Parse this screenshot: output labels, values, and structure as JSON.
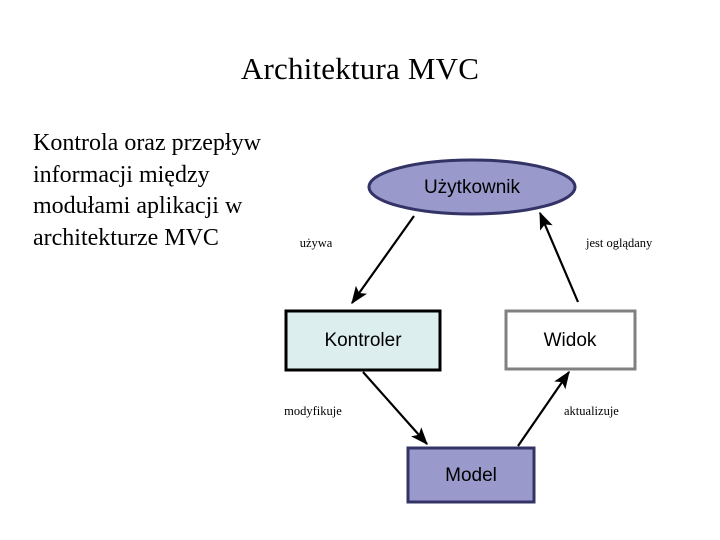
{
  "slide": {
    "title": "Architektura MVC",
    "background_color": "#ffffff",
    "body_text": "Kontrola oraz przepływ informacji między modułami aplikacji w architekturze MVC"
  },
  "diagram": {
    "type": "flow-diagram",
    "nodes": [
      {
        "id": "uzytkownik",
        "label": "Użytkownik",
        "shape": "ellipse",
        "fill": "#9999cc",
        "stroke": "#333366",
        "text_color": "#000000"
      },
      {
        "id": "kontroler",
        "label": "Kontroler",
        "shape": "rectangle",
        "fill": "#ddeeee",
        "stroke": "#000000",
        "text_color": "#000000"
      },
      {
        "id": "widok",
        "label": "Widok",
        "shape": "rectangle",
        "fill": "#ffffff",
        "stroke": "#808080",
        "text_color": "#000000"
      },
      {
        "id": "model",
        "label": "Model",
        "shape": "rectangle",
        "fill": "#9999cc",
        "stroke": "#333366",
        "text_color": "#000000"
      }
    ],
    "edges": [
      {
        "id": "uzywa",
        "label": "używa",
        "from": "uzytkownik",
        "to": "kontroler",
        "arrow": "to"
      },
      {
        "id": "jest-ogladany",
        "label": "jest oglądany",
        "from": "widok",
        "to": "uzytkownik",
        "arrow": "to"
      },
      {
        "id": "modyfikuje",
        "label": "modyfikuje",
        "from": "kontroler",
        "to": "model",
        "arrow": "to"
      },
      {
        "id": "aktualizuje",
        "label": "aktualizuje",
        "from": "model",
        "to": "widok",
        "arrow": "to"
      }
    ]
  }
}
